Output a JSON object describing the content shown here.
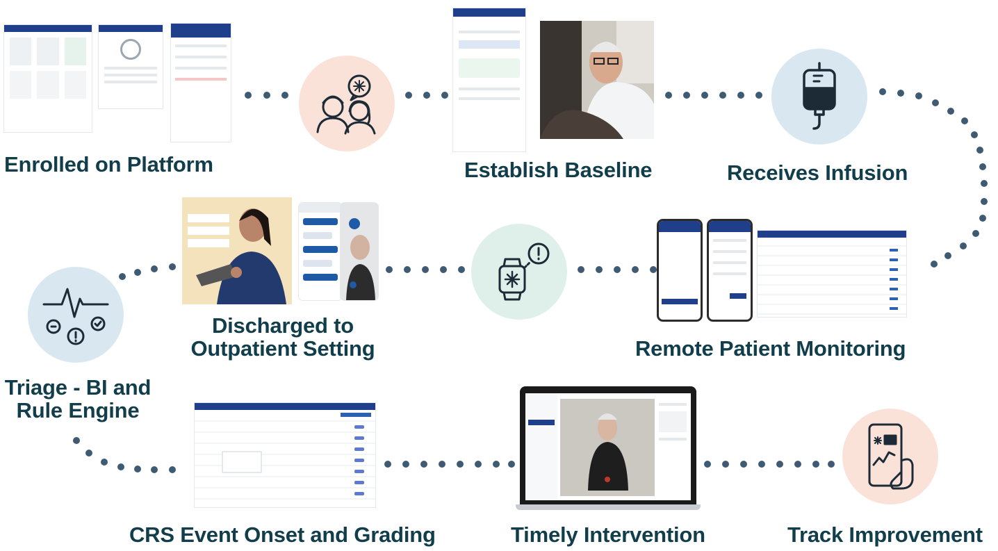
{
  "steps": {
    "enrolled": "Enrolled on Platform",
    "baseline": "Establish Baseline",
    "infusion": "Receives Infusion",
    "rpm": "Remote Patient Monitoring",
    "discharged_line1": "Discharged to",
    "discharged_line2": "Outpatient Setting",
    "triage_line1": "Triage - BI and",
    "triage_line2": "Rule Engine",
    "crs": "CRS Event Onset and Grading",
    "intervention": "Timely Intervention",
    "track": "Track Improvement"
  },
  "icons": {
    "care_team": "care-team-icon",
    "iv_bag": "iv-bag-icon",
    "smartwatch_alert": "smartwatch-alert-icon",
    "vitals_alert": "vitals-alert-icon",
    "phone_chart": "phone-chart-icon"
  },
  "colors": {
    "label": "#123e4c",
    "dots": "#3f5b73",
    "peach": "#fbe2d9",
    "light_blue": "#d9e8f0",
    "mint": "#dff0ea",
    "icon_stroke": "#1d2b36",
    "app_header": "#1f3f8a"
  }
}
